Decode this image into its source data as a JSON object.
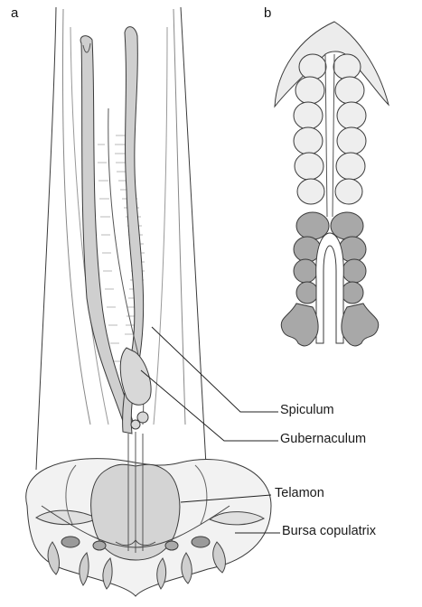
{
  "panels": {
    "a": {
      "letter": "a"
    },
    "b": {
      "letter": "b"
    }
  },
  "labels": {
    "spiculum": "Spiculum",
    "gubernaculum": "Gubernaculum",
    "telamon": "Telamon",
    "bursa": "Bursa copulatrix"
  },
  "colors": {
    "outline": "#3a3a3a",
    "light_fill": "#e6e6e6",
    "mid_fill": "#bdbdbd",
    "dark_fill": "#8f8f8f"
  }
}
